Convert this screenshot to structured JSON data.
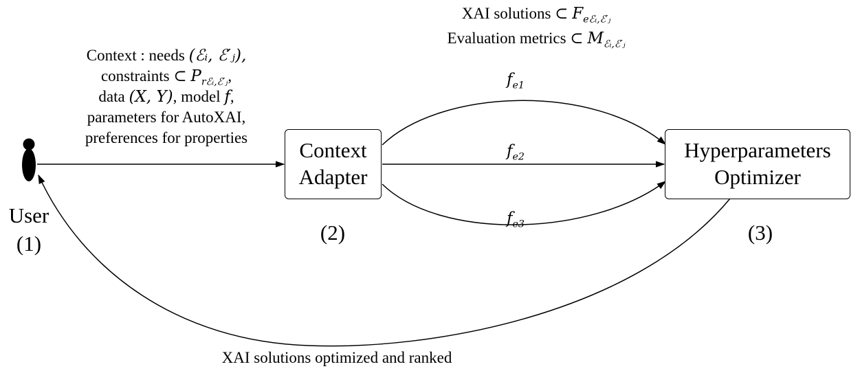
{
  "user": {
    "label": "User",
    "number": "(1)"
  },
  "context_adapter": {
    "label_line1": "Context",
    "label_line2": "Adapter",
    "number": "(2)"
  },
  "hyperparameters_optimizer": {
    "label_line1": "Hyperparameters",
    "label_line2": "Optimizer",
    "number": "(3)"
  },
  "input_arrow": {
    "line1_text": "Context : needs ",
    "line1_math": "(ℰᵢ, ℰ′ⱼ),",
    "line2_text": "constraints ⊂ ",
    "line2_math": "P",
    "line2_sub": "rℰᵢ,ℰ′ⱼ",
    "line2_tail": ",",
    "line3_text": "data ",
    "line3_math": "(X, Y)",
    "line3_mid": ", model ",
    "line3_f": "f",
    "line3_tail": ",",
    "line4": "parameters for AutoXAI,",
    "line5": "preferences for properties"
  },
  "top_annotation": {
    "line1_text": "XAI solutions ⊂ ",
    "line1_math": "F",
    "line1_sub": "eℰᵢ,ℰ′ⱼ",
    "line2_text": "Evaluation metrics ⊂ ",
    "line2_math": "M",
    "line2_sub": "ℰᵢ,ℰ′ⱼ"
  },
  "edges": [
    {
      "base": "f",
      "sub": "e1"
    },
    {
      "base": "f",
      "sub": "e2"
    },
    {
      "base": "f",
      "sub": "e3"
    }
  ],
  "return_arrow": {
    "label": "XAI solutions optimized and ranked"
  }
}
